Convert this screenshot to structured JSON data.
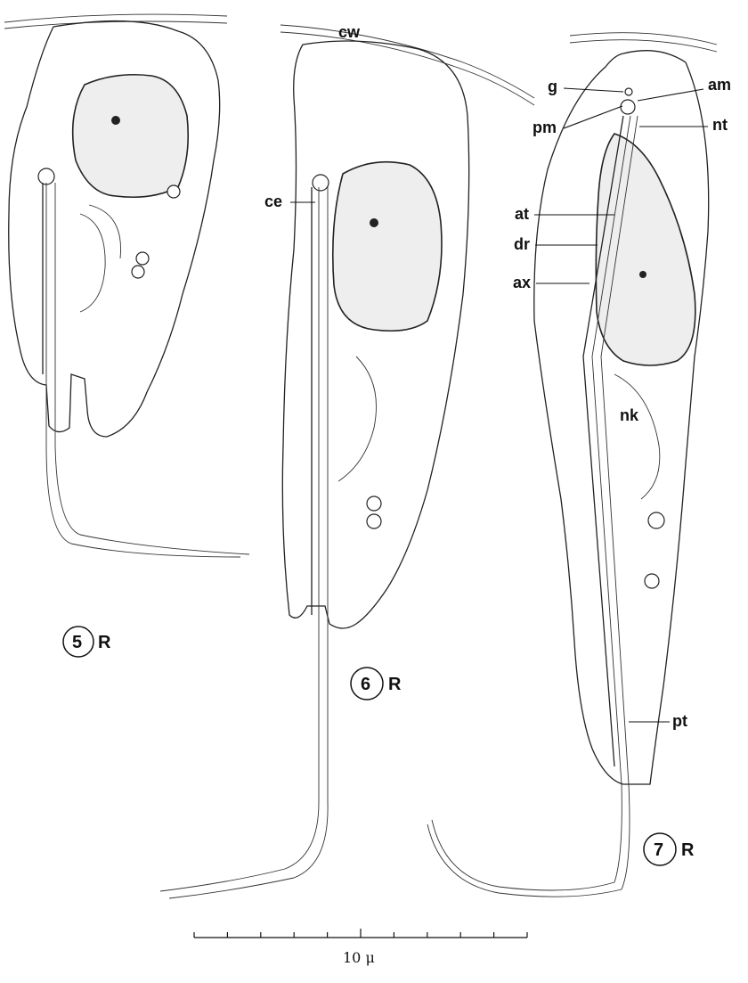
{
  "figures": [
    {
      "number": "5",
      "suffix": "R"
    },
    {
      "number": "6",
      "suffix": "R"
    },
    {
      "number": "7",
      "suffix": "R"
    }
  ],
  "labels": {
    "cw": "cw",
    "ce": "ce",
    "g": "g",
    "am": "am",
    "pm": "pm",
    "nt": "nt",
    "at": "at",
    "dr": "dr",
    "ax": "ax",
    "nk": "nk",
    "pt": "pt"
  },
  "scale_bar": {
    "text": "10 μ",
    "ticks": 10
  }
}
